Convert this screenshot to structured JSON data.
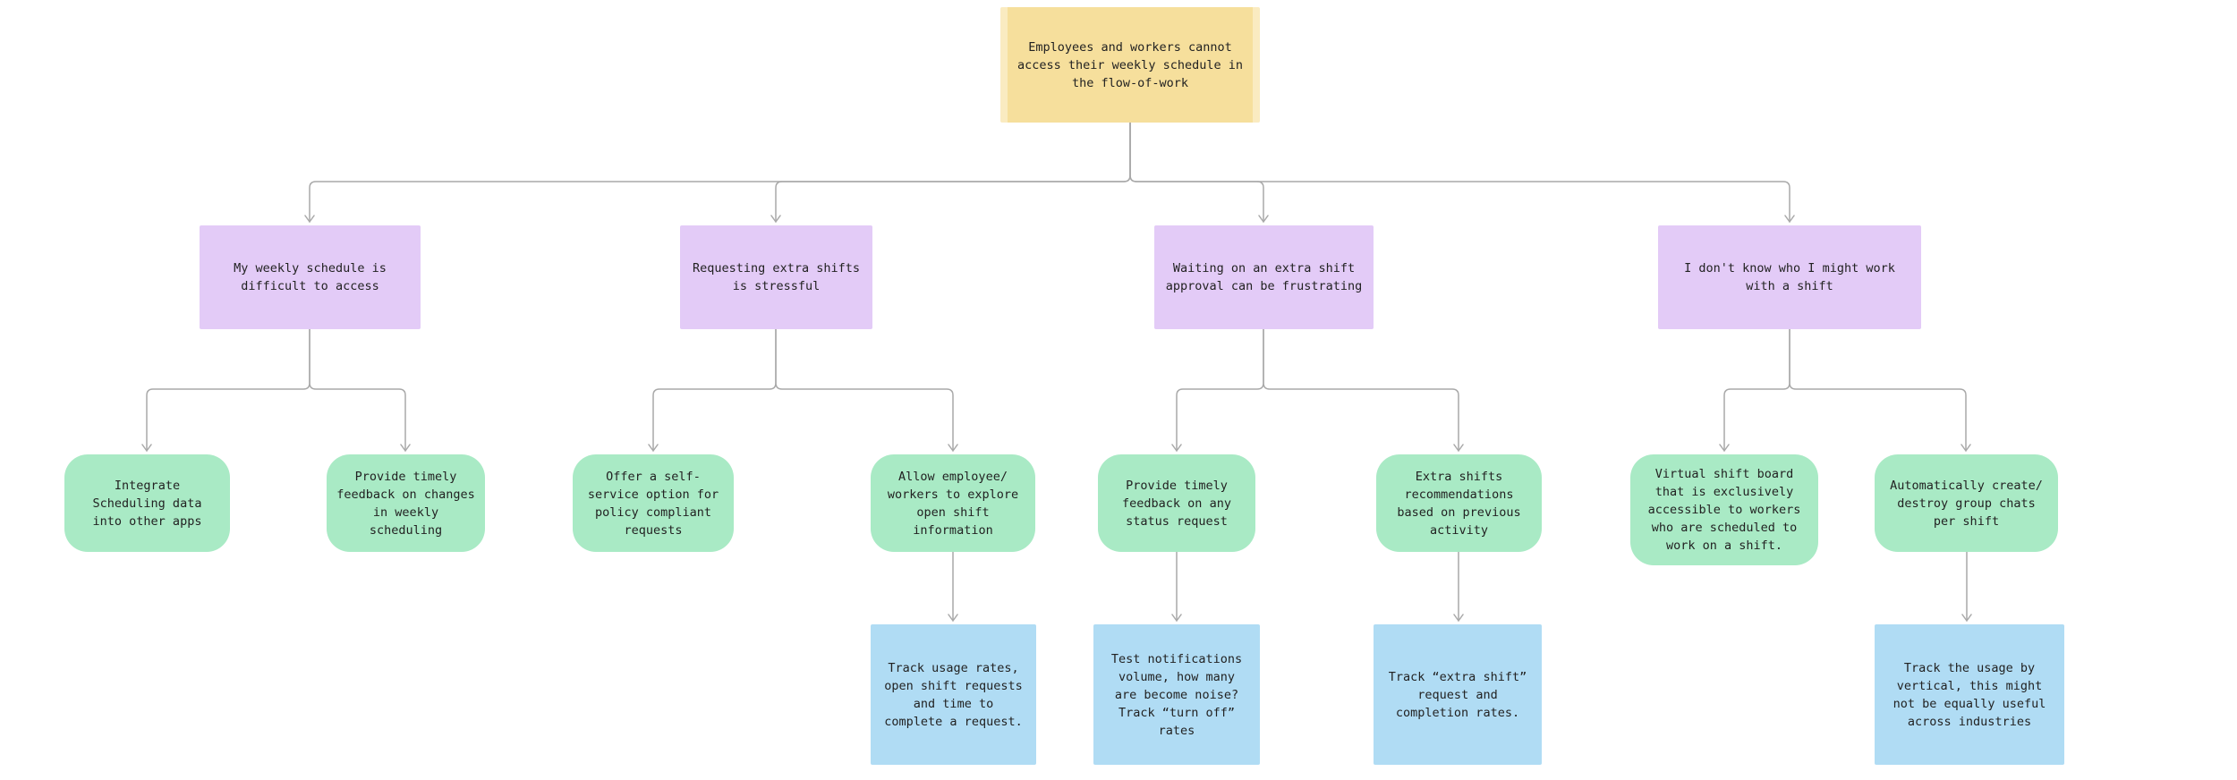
{
  "colors": {
    "root_fill": "#F6DF9C",
    "root_edge": "#FAEBC1",
    "pain_fill": "#E3CBF7",
    "solution_fill": "#A9EAC5",
    "metric_fill": "#B0DCF4",
    "connector": "#A9A9A9",
    "text": "#222222",
    "background": "#FFFFFF"
  },
  "nodes": {
    "root": {
      "label": "Employees and workers cannot\naccess their weekly schedule in\nthe flow-of-work"
    },
    "pains": [
      {
        "label": "My weekly schedule is\ndifficult to access"
      },
      {
        "label": "Requesting extra shifts\nis stressful"
      },
      {
        "label": "Waiting on an extra shift\napproval can be frustrating"
      },
      {
        "label": "I don't know who I might work\nwith a shift"
      }
    ],
    "solutions": [
      {
        "label": "Integrate\nScheduling data\ninto other apps"
      },
      {
        "label": "Provide timely\nfeedback on changes\nin weekly\nscheduling"
      },
      {
        "label": "Offer a self-\nservice option for\npolicy compliant\nrequests"
      },
      {
        "label": "Allow employee/\nworkers to explore\nopen shift\ninformation"
      },
      {
        "label": "Provide timely\nfeedback on any\nstatus request"
      },
      {
        "label": "Extra shifts\nrecommendations\nbased on previous\nactivity"
      },
      {
        "label": "Virtual shift board\nthat is exclusively\naccessible to workers\nwho are scheduled to\nwork on a shift."
      },
      {
        "label": "Automatically create/\ndestroy group chats\nper shift"
      }
    ],
    "metrics": [
      {
        "label": "Track usage rates,\nopen shift requests\nand time to\ncomplete a request."
      },
      {
        "label": "Test notifications\nvolume, how many\nare become noise?\nTrack “turn off”\nrates"
      },
      {
        "label": "Track “extra shift”\nrequest and\ncompletion rates."
      },
      {
        "label": "Track the usage by\nvertical, this might\nnot be equally useful\nacross industries"
      }
    ]
  }
}
